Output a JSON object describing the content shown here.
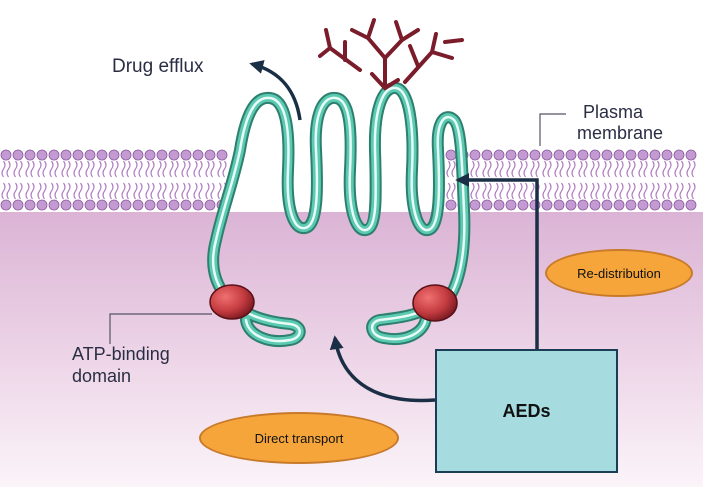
{
  "labels": {
    "drug_efflux": "Drug efflux",
    "plasma_line1": "Plasma",
    "plasma_line2": "membrane",
    "atp_line1": "ATP-binding",
    "atp_line2": "domain"
  },
  "ovals": {
    "redistribution": "Re-distribution",
    "direct_transport": "Direct transport"
  },
  "box": {
    "aeds": "AEDs"
  },
  "colors": {
    "membrane_head": "#c39ad2",
    "protein": "#5cc9b2",
    "atp_domain": "#c43c40",
    "glycan": "#7b1c2a",
    "cytoplasm": "#e4c6de",
    "arrow": "#1a2f45",
    "oval_fill": "#f5a53a",
    "box_fill": "#a6dcdf"
  }
}
